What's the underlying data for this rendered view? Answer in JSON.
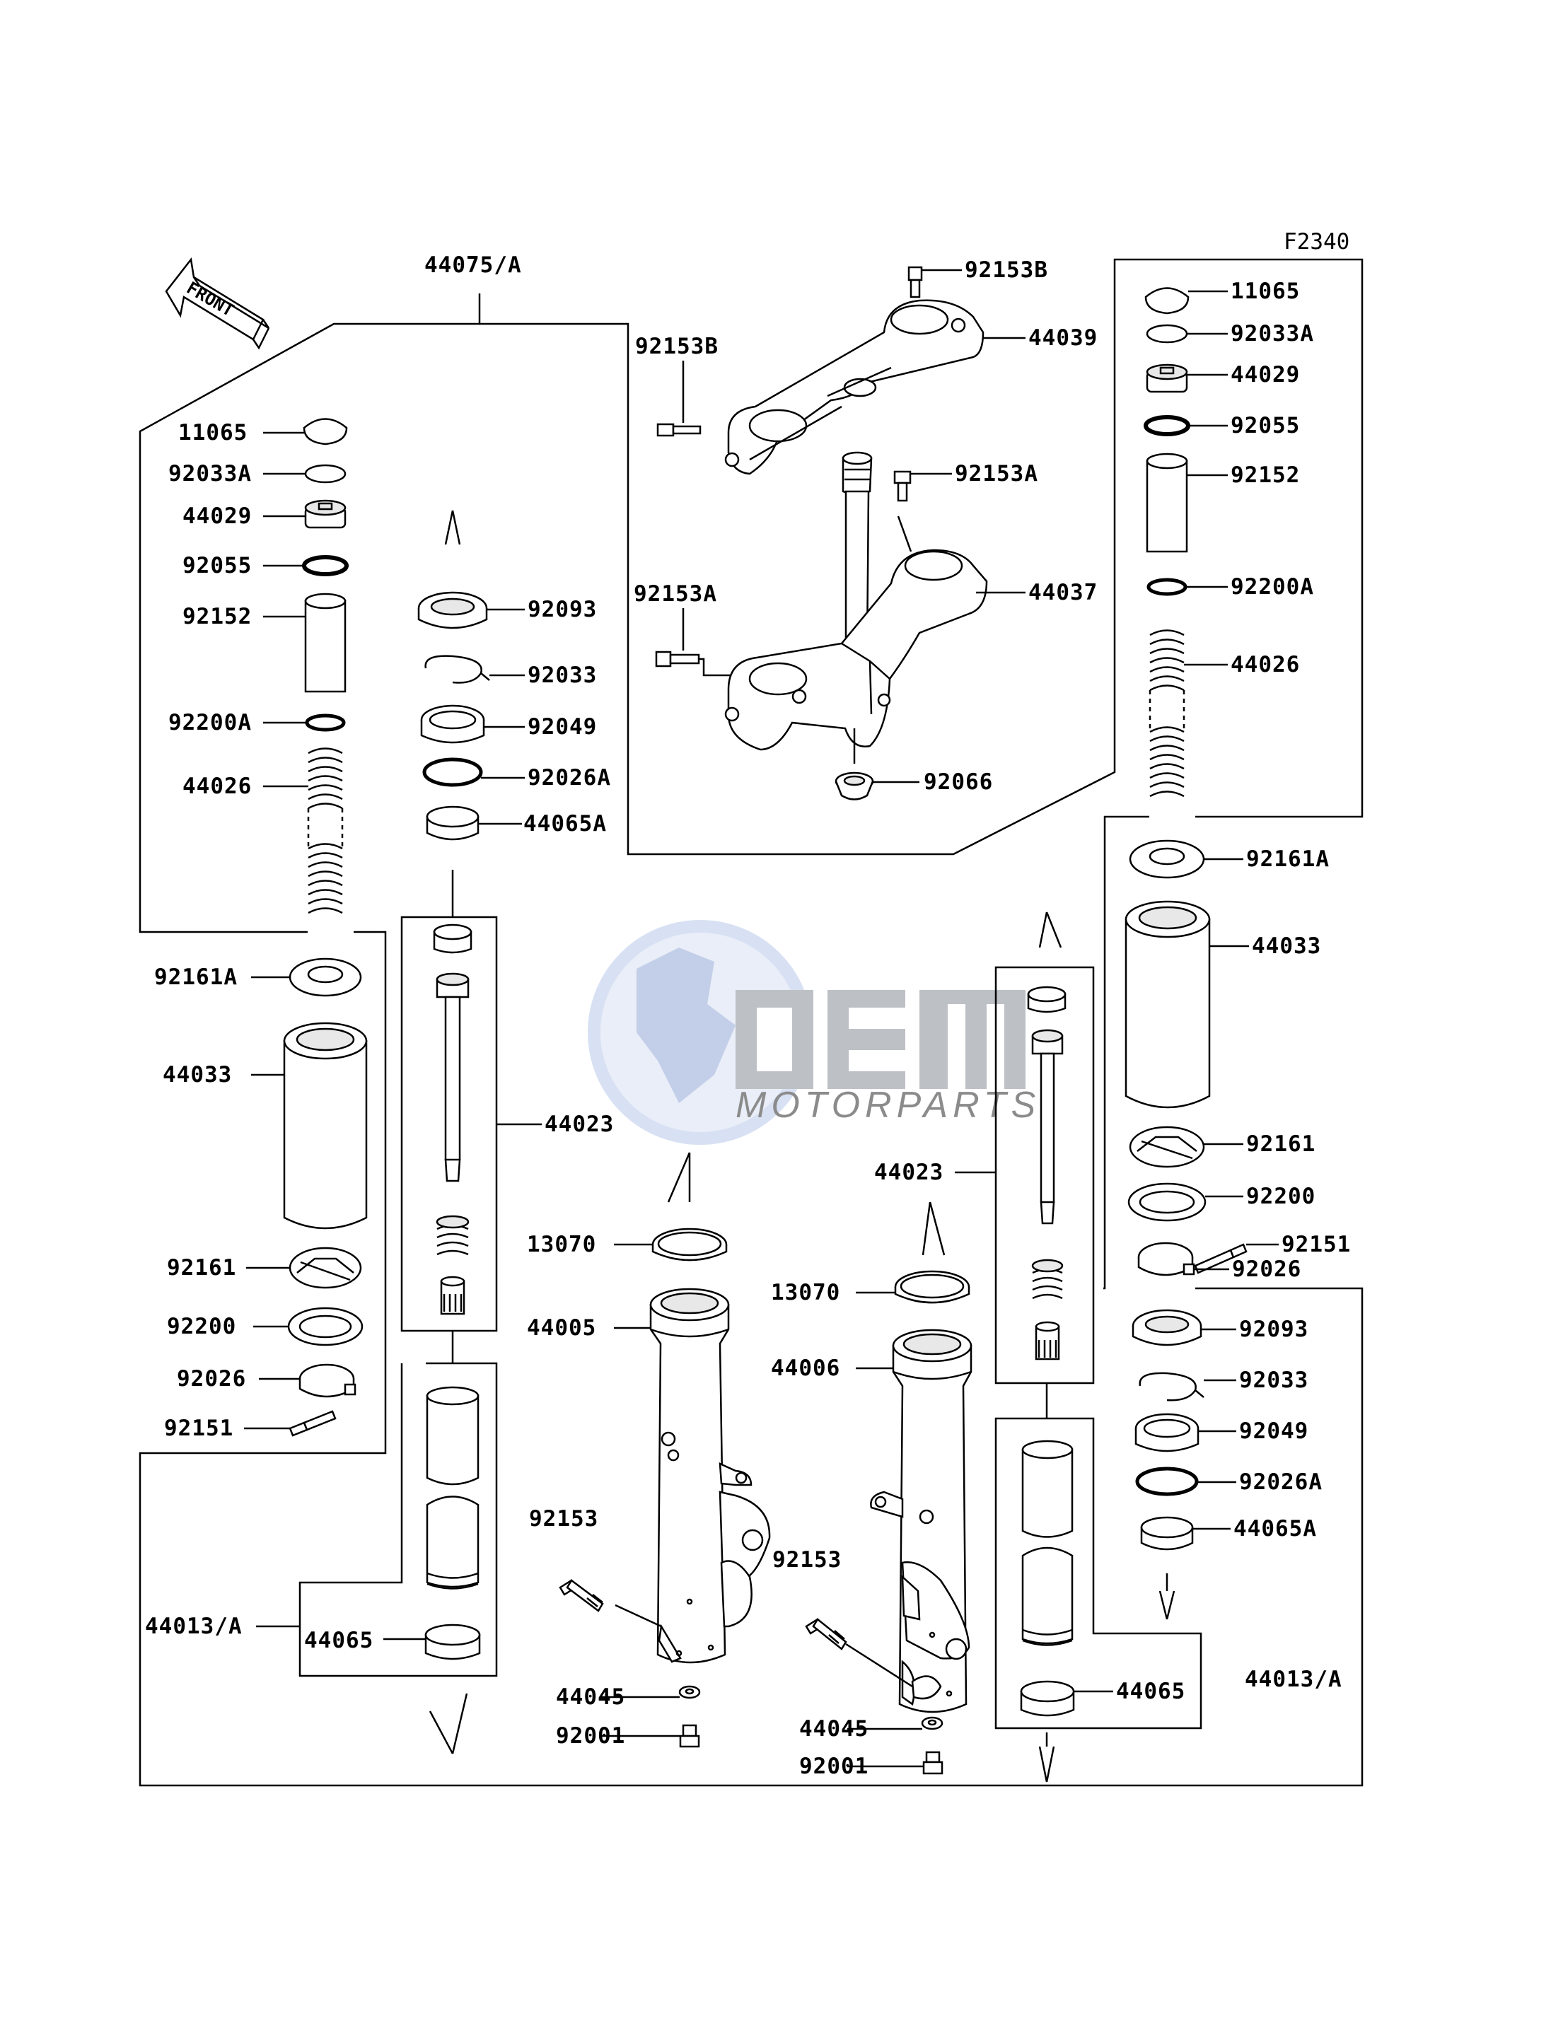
{
  "figure_code": "F2340",
  "front_label": "FRONT",
  "watermark": {
    "brand": "OEM",
    "tagline": "MOTORPARTS",
    "color": "#7b95cf"
  },
  "labels": {
    "l_44075": "44075/A",
    "l_11065": "11065",
    "l_92033a": "92033A",
    "l_44029": "44029",
    "l_92055": "92055",
    "l_92152": "92152",
    "l_92200a": "92200A",
    "l_44026": "44026",
    "l_92161a": "92161A",
    "l_44033": "44033",
    "l_92161": "92161",
    "l_92200": "92200",
    "l_92026": "92026",
    "l_92151": "92151",
    "l_44013a": "44013/A",
    "l_44065": "44065",
    "l_92093": "92093",
    "l_92033": "92033",
    "l_92049": "92049",
    "l_92026a": "92026A",
    "l_44065a": "44065A",
    "l_44023_left": "44023",
    "l_13070_left": "13070",
    "l_44005": "44005",
    "l_92153_left": "92153",
    "l_44045_left": "44045",
    "l_92001_left": "92001",
    "l_92153b_top": "92153B",
    "l_92153b_left": "92153B",
    "l_44039": "44039",
    "l_92153a_right": "92153A",
    "l_92153a_left": "92153A",
    "l_44037": "44037",
    "l_92066": "92066",
    "l_44023_right": "44023",
    "l_13070_right": "13070",
    "l_44006": "44006",
    "l_92153_right": "92153",
    "l_44045_right": "44045",
    "l_92001_right": "92001",
    "r_11065": "11065",
    "r_92033a": "92033A",
    "r_44029": "44029",
    "r_92055": "92055",
    "r_92152": "92152",
    "r_92200a": "92200A",
    "r_44026": "44026",
    "r_92161a": "92161A",
    "r_44033": "44033",
    "r_92161": "92161",
    "r_92200": "92200",
    "r_92151": "92151",
    "r_92026": "92026",
    "r_92093": "92093",
    "r_92033": "92033",
    "r_92049": "92049",
    "r_92026a": "92026A",
    "r_44065a": "44065A",
    "r_44065": "44065",
    "r_44013a": "44013/A"
  }
}
